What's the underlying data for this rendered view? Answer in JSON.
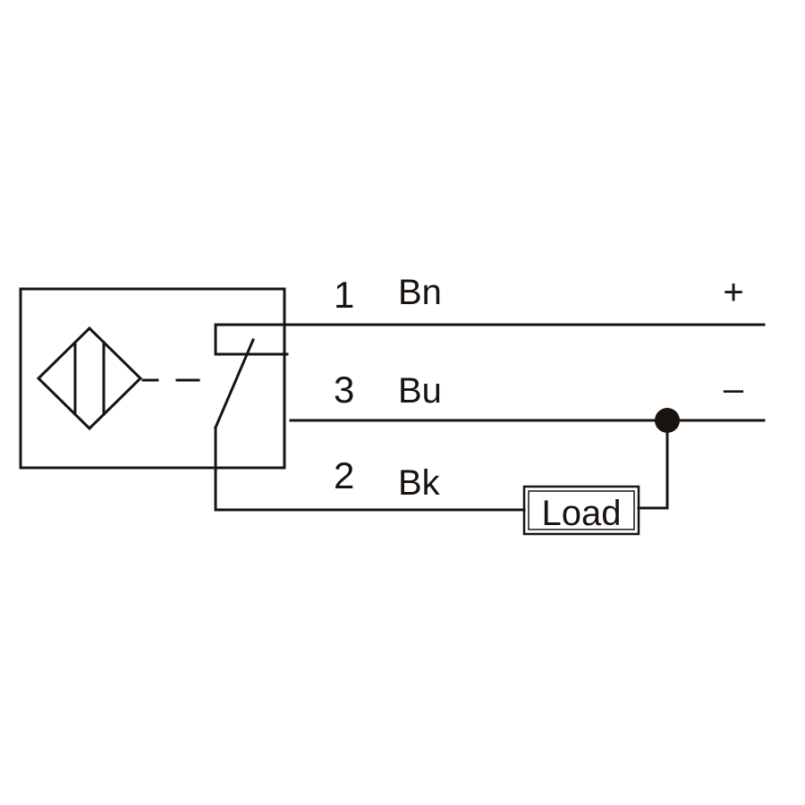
{
  "diagram": {
    "wires": [
      {
        "pin": "1",
        "color_code": "Bn",
        "polarity": "+"
      },
      {
        "pin": "3",
        "color_code": "Bu",
        "polarity": "–"
      },
      {
        "pin": "2",
        "color_code": "Bk"
      }
    ],
    "load_label": "Load",
    "colors": {
      "line": "#1a1410",
      "background": "#ffffff"
    }
  }
}
